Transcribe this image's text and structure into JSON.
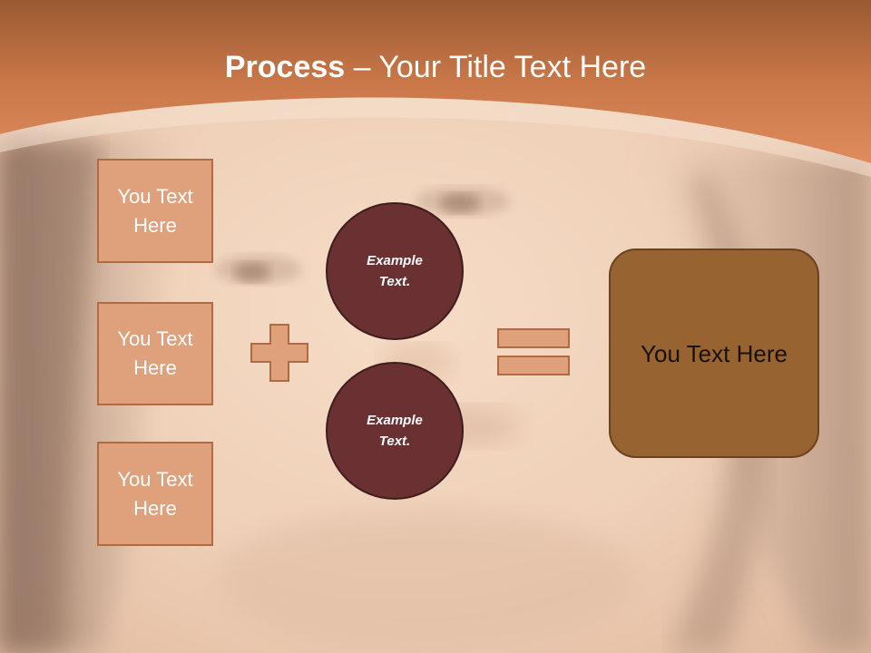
{
  "title": {
    "strong": "Process",
    "rest": " – Your Title Text Here"
  },
  "side_boxes": [
    {
      "label": "You Text Here"
    },
    {
      "label": "You Text Here"
    },
    {
      "label": "You Text Here"
    }
  ],
  "circles": [
    {
      "label": "Example Text."
    },
    {
      "label": "Example Text."
    }
  ],
  "result_box": {
    "label": "You Text Here"
  },
  "operators": {
    "plus": "plus-icon",
    "equals": "equals-icon"
  },
  "colors": {
    "header_band": "#d4845a",
    "box_fill": "#dfa17c",
    "box_border": "#b06a44",
    "circle_fill": "#6b3132",
    "result_fill": "#976331",
    "background": "#f3dcc6"
  }
}
